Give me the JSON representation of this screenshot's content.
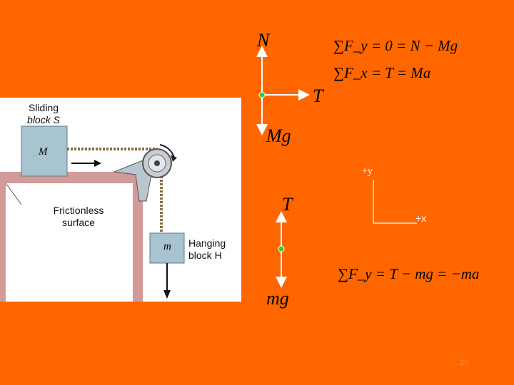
{
  "figure": {
    "sliding_label_line1": "Sliding",
    "sliding_label_line2": "block S",
    "big_mass": "M",
    "small_mass": "m",
    "frictionless_line1": "Frictionless",
    "frictionless_line2": "surface",
    "hanging_line1": "Hanging",
    "hanging_line2": "block H"
  },
  "fbd_block_M": {
    "normal": "N",
    "tension": "T",
    "weight": "Mg"
  },
  "fbd_block_m": {
    "tension": "T",
    "weight": "mg"
  },
  "axes": {
    "y_label": "+y",
    "x_label": "+x"
  },
  "equations": {
    "sum_fy_M": "∑F_y = 0 = N − Mg",
    "sum_fx_M": "∑F_x = T = Ma",
    "sum_fy_m": "∑F_y = T − mg = −ma"
  },
  "colors": {
    "background": "#ff6600",
    "point": "#33cc33"
  },
  "page_number": "20"
}
